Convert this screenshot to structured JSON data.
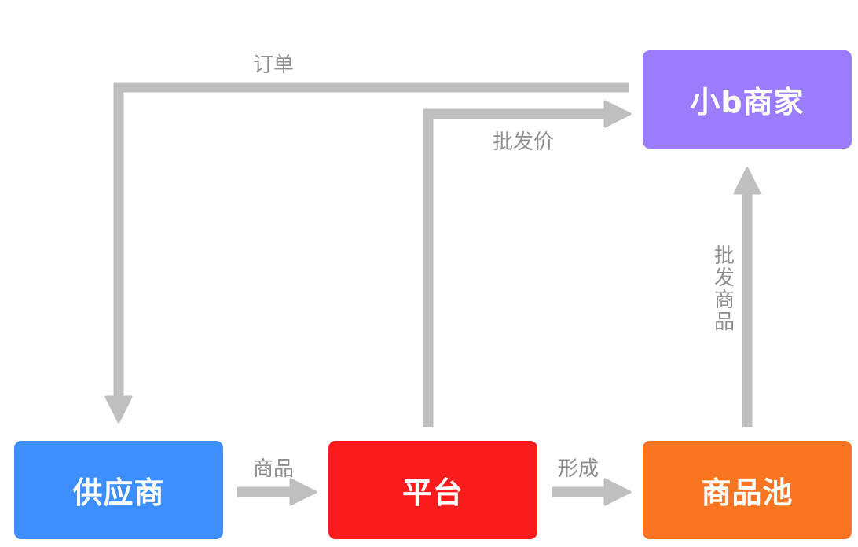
{
  "nodes": {
    "small_b_merchant": "小b商家",
    "supplier": "供应商",
    "platform": "平台",
    "goods_pool": "商品池"
  },
  "edges": {
    "order": "订单",
    "wholesale_price": "批发价",
    "goods": "商品",
    "form": "形成",
    "wholesale_goods": "批发商品"
  },
  "colors": {
    "small_b_merchant": "#9b7cfa",
    "supplier": "#3c8ffd",
    "platform": "#fa1c1c",
    "goods_pool": "#f97522",
    "arrow": "#bfbfbf",
    "label": "#8f8f8f"
  }
}
